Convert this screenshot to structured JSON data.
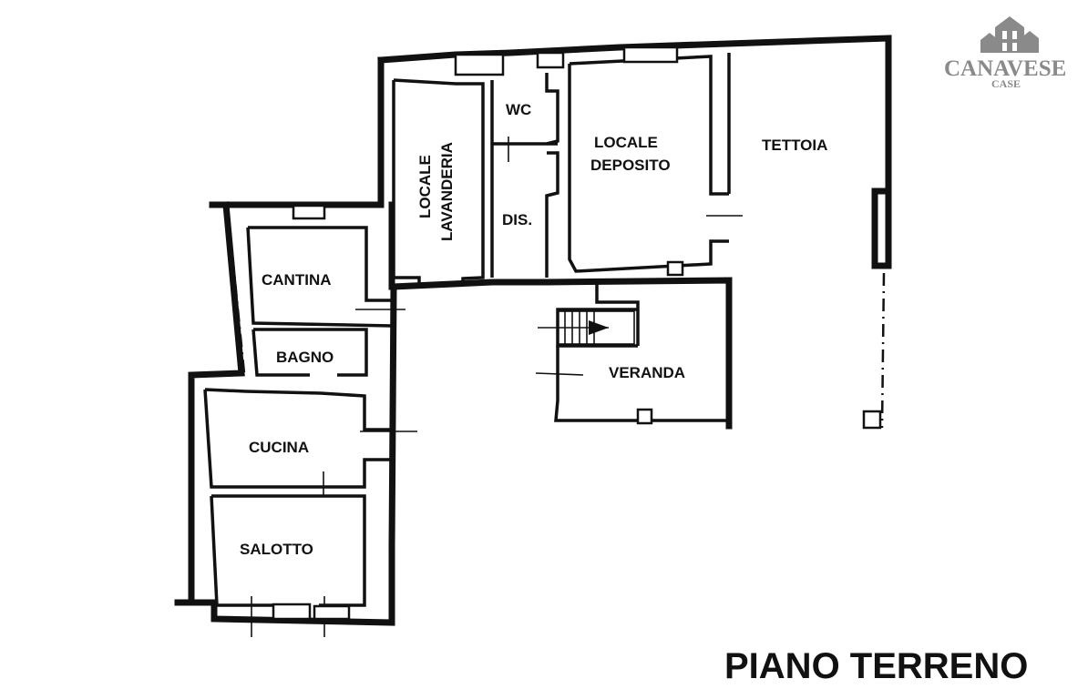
{
  "title": "PIANO TERRENO",
  "logo": {
    "brand": "CANAVESE",
    "sub": "CASE",
    "color": "#8a8a8a"
  },
  "rooms": {
    "lavanderia_line1": "LOCALE",
    "lavanderia_line2": "LAVANDERIA",
    "wc": "WC",
    "dis": "DIS.",
    "deposito_line1": "LOCALE",
    "deposito_line2": "DEPOSITO",
    "tettoia": "TETTOIA",
    "cantina": "CANTINA",
    "bagno": "BAGNO",
    "veranda": "VERANDA",
    "cucina": "CUCINA",
    "salotto": "SALOTTO"
  }
}
